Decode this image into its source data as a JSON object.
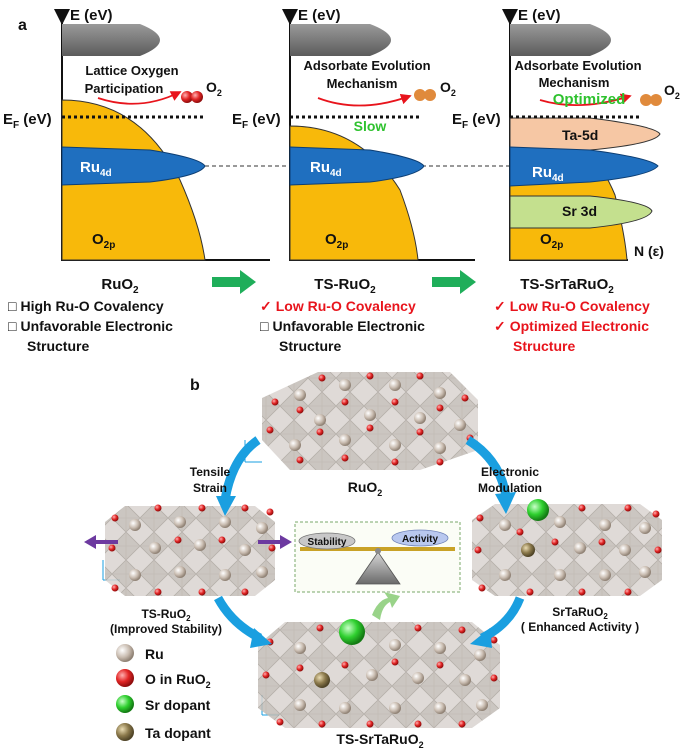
{
  "panel_a": {
    "label": "a",
    "axis_E": "E (eV)",
    "axis_EF_main": "E",
    "axis_EF_sub": "F",
    "axis_EF_unit": " (eV)",
    "axis_N": "N (ε)",
    "ru4d_main": "Ru",
    "ru4d_sub": "4d",
    "o2p_main": "O",
    "o2p_sub": "2p",
    "o2_main": "O",
    "o2_sub": "2",
    "ta5d": "Ta-5d",
    "sr3d": "Sr 3d",
    "mech1_line1": "Lattice Oxygen",
    "mech1_line2": "Participation",
    "mech2_line1": "Adsorbate Evolution",
    "mech2_line2": "Mechanism",
    "slow": "Slow",
    "optimized": "Optimized",
    "captions": {
      "c1_main": "RuO",
      "c1_sub": "2",
      "c2_main": "TS-RuO",
      "c2_sub": "2",
      "c3_main": "TS-SrTaRuO",
      "c3_sub": "2"
    },
    "col1": [
      "High Ru-O Covalency",
      "Unfavorable Electronic",
      "Structure"
    ],
    "col2": [
      "Low Ru-O Covalency",
      "Unfavorable Electronic",
      "Structure"
    ],
    "col3": [
      "Low Ru-O Covalency",
      "Optimized Electronic",
      "Structure"
    ],
    "box_mark": "□",
    "check_mark": "✓"
  },
  "panel_b": {
    "label": "b",
    "tensile_line1": "Tensile",
    "tensile_line2": "Strain",
    "electronic_line1": "Electronic",
    "electronic_line2": "Modulation",
    "ruo2_main": "RuO",
    "ruo2_sub": "2",
    "ts_ruo2_main": "TS-RuO",
    "ts_ruo2_sub": "2",
    "ts_ruo2_note": "(Improved Stability)",
    "srtaruo2_main": "SrTaRuO",
    "srtaruo2_sub": "2",
    "srtaruo2_note": "( Enhanced Activity )",
    "ts_srtaruo2_main": "TS-SrTaRuO",
    "ts_srtaruo2_sub": "2",
    "stability": "Stability",
    "activity": "Activity",
    "legend": {
      "ru": "Ru",
      "o_main": "O in RuO",
      "o_sub": "2",
      "sr": "Sr dopant",
      "ta": "Ta dopant"
    }
  },
  "colors": {
    "o2p_gold": "#f8b90a",
    "ru4d_blue": "#1f6fbf",
    "ta5d_peach": "#f6c7a4",
    "sr3d_green": "#c4e08e",
    "red_text": "#e8141c",
    "green_text": "#2ec22e",
    "arrow_green": "#1fae5a",
    "arrow_blue": "#1a9fe0",
    "ru_atom": "#c9bcb0",
    "o_atom": "#e22525",
    "sr_atom": "#2fd02f",
    "ta_atom": "#8c7a4c"
  }
}
